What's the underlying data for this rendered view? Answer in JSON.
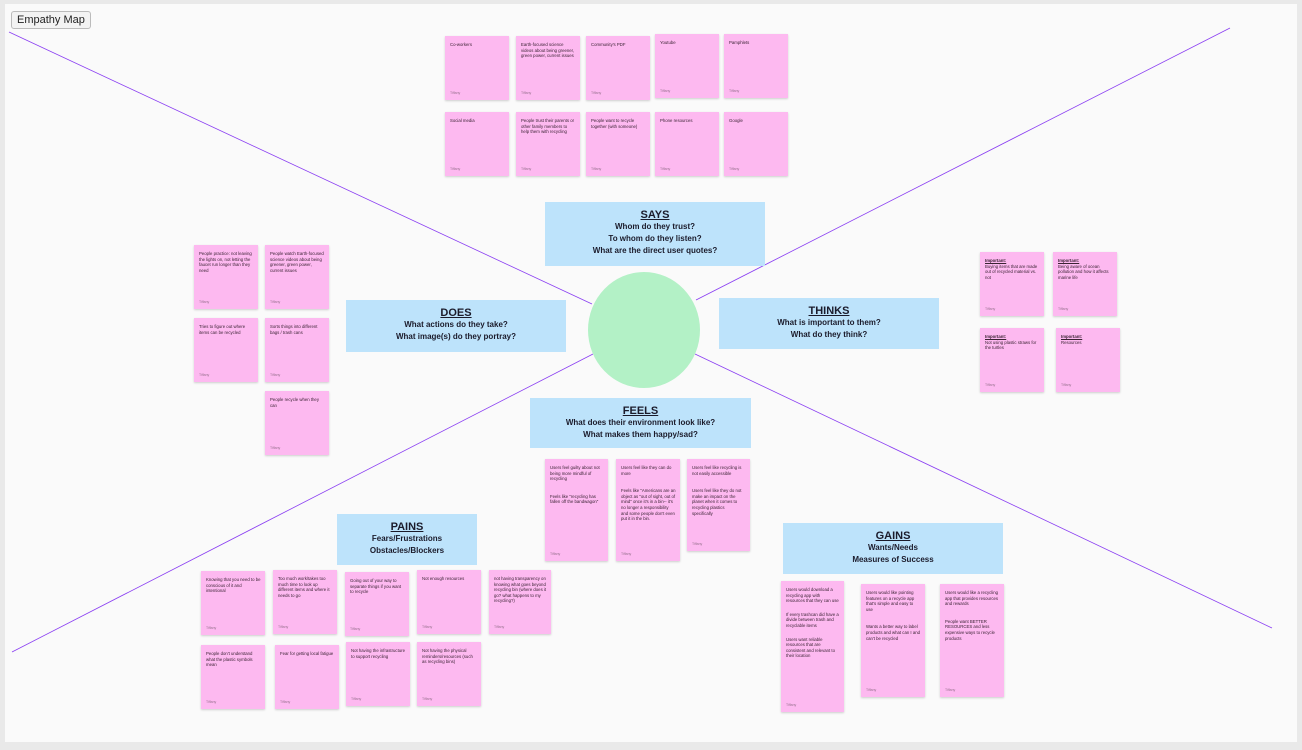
{
  "frame": {
    "title": "Empathy Map"
  },
  "author": "Tiffany",
  "headers": {
    "says": {
      "title": "SAYS",
      "lines": [
        "Whom do they trust?",
        "To whom do they listen?",
        "What are the direct user quotes?"
      ]
    },
    "does": {
      "title": "DOES",
      "lines": [
        "What actions do they take?",
        "What image(s) do they portray?"
      ]
    },
    "thinks": {
      "title": "THINKS",
      "lines": [
        "What is important to them?",
        "What do they think?"
      ]
    },
    "feels": {
      "title": "FEELS",
      "lines": [
        "What does their environment look like?",
        "What makes them happy/sad?"
      ]
    },
    "pains": {
      "title": "PAINS",
      "lines": [
        "Fears/Frustrations",
        "Obstacles/Blockers"
      ]
    },
    "gains": {
      "title": "GAINS",
      "lines": [
        "Wants/Needs",
        "Measures of Success"
      ]
    }
  },
  "notes": {
    "says": [
      "Co-workers",
      "Earth-focused science videos about being greener, green power, current issues",
      "Community's PDF",
      "Youtube",
      "Pamphlets",
      "Social media",
      "People trust their parents or other family members to help them with recycling",
      "People want to recycle together (with someone)",
      "Phone resources",
      "Google"
    ],
    "does": [
      "People practice: not leaving the lights on, not letting the faucet run longer than they need",
      "People watch Earth-focused science videos about being greener, green power, current issues",
      "Tries to figure out where items can be recycled",
      "Sorts things into different bags / trash cans",
      "People recycle when they can"
    ],
    "thinks": [
      {
        "label": "Important:",
        "text": "Buying items that are made out of recycled material vs. not"
      },
      {
        "label": "Important:",
        "text": "Being aware of ocean pollution and how it affects marine life"
      },
      {
        "label": "Important:",
        "text": "Not using plastic straws for the turtles"
      },
      {
        "label": "Important:",
        "text": "Resources"
      }
    ],
    "feels": [
      {
        "a": "Users feel guilty about not being more mindful of recycling",
        "b": "Feels like \"recycling has fallen off the bandwagon\""
      },
      {
        "a": "Users feel like they can do more",
        "b": "Feels like \"Americans are an object as \"out of sight, out of mind\" once it's in a bin-- it's no longer a responsibility and some people don't even put it in the bin."
      },
      {
        "a": "Users feel like recycling is not easily accessible",
        "b": "Users feel like they do not make an impact on the planet when it comes to recycling plastics specifically"
      }
    ],
    "pains": [
      "Knowing that you need to be conscious of it and intentional",
      "Too much work/takes too much time to look up different items and where it needs to go",
      "Going out of your way to separate things if you want to recycle",
      "Not enough resources",
      "not having transparency on knowing what goes beyond recycling bin (where does it go? what happens to my recycling?)",
      "People don't understand what the plastic symbols mean",
      "Fear for getting local fatigue",
      "Not having the infrastructure to support recycling",
      "Not having the physical reminders/resources (such as recycling bins)"
    ],
    "gains": [
      {
        "a": "Users would download a recycling app with resources that they can use",
        "b": "If every trashcan did have a divide between trash and recyclable items",
        "c": "Users want reliable resources that are consistent and relevant to their location"
      },
      {
        "a": "Users would like pointing features on a recycle app that's simple and easy to use",
        "b": "Wants a better way to label products and what can I and can't be recycled"
      },
      {
        "a": "Users would like a recycling app that provides resources and rewards",
        "b": "People want BETTER RESOURCES and less expensive ways to recycle products"
      }
    ]
  },
  "colors": {
    "board": "#fafafa",
    "sticky": "#fdb9f0",
    "header": "#bde3fb",
    "center": "#b3f1c6",
    "divider": "#8a3ef2"
  }
}
